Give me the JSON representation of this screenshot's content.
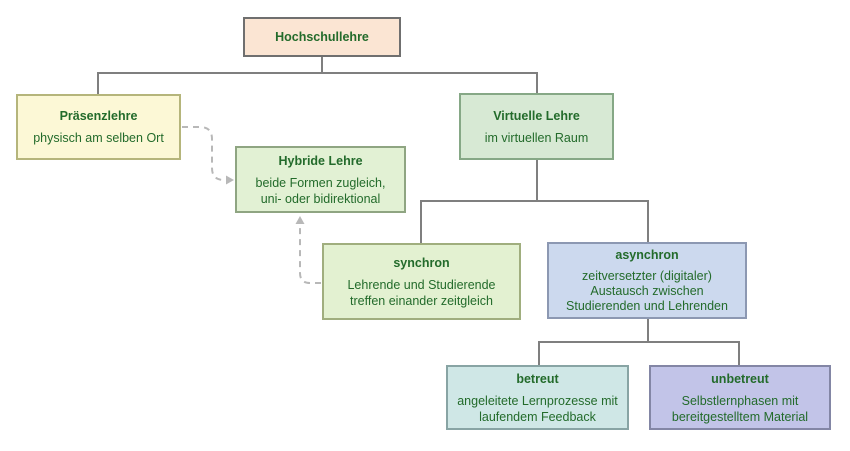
{
  "nodes": {
    "root": {
      "title": "Hochschullehre",
      "desc": ""
    },
    "praes": {
      "title": "Präsenzlehre",
      "desc": "physisch am selben Ort"
    },
    "virt": {
      "title": "Virtuelle Lehre",
      "desc": "im virtuellen Raum"
    },
    "hybrid": {
      "title": "Hybride Lehre",
      "desc": "beide Formen zugleich,\nuni- oder bidirektional"
    },
    "sync": {
      "title": "synchron",
      "desc": "Lehrende und Studierende\ntreffen einander zeitgleich"
    },
    "async": {
      "title": "asynchron",
      "desc": "zeitversetzter (digitaler)\nAustausch zwischen\nStudierenden und Lehrenden"
    },
    "betr": {
      "title": "betreut",
      "desc": "angeleitete Lernprozesse mit\nlaufendem Feedback"
    },
    "unbetr": {
      "title": "unbetreut",
      "desc": "Selbstlernphasen mit\nbereitgestelltem Material"
    }
  },
  "colors": {
    "text": "#236b2b",
    "connector": "#7f7f7f",
    "dashed_arrow": "#b8b8b8",
    "root_fill": "#fbe5d3",
    "praes_fill": "#fcf8d6",
    "virt_fill": "#d7e9d4",
    "hybrid_fill": "#e2f1d4",
    "sync_fill": "#e3f1d1",
    "async_fill": "#ccd9ee",
    "betr_fill": "#cfe7e6",
    "unbetr_fill": "#c2c4e8"
  }
}
